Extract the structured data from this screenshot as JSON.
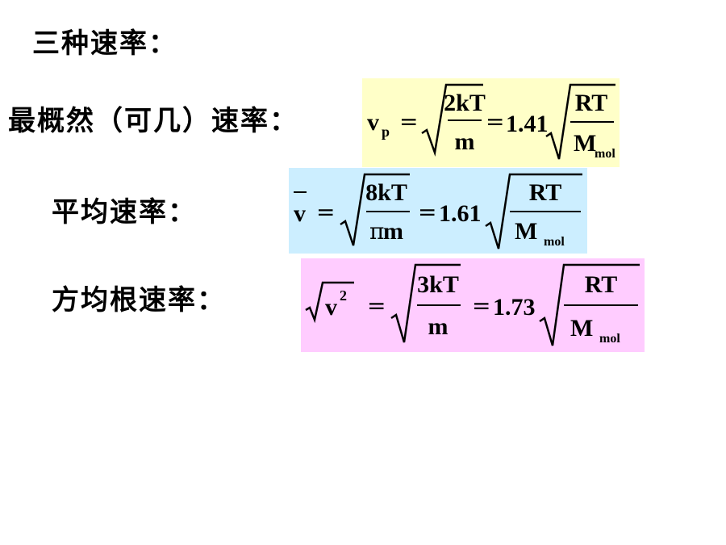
{
  "heading": "三种速率：",
  "rows": [
    {
      "label": "最概然（可几）速率：",
      "box_color": "#ffffc8",
      "lhs_var": "v",
      "lhs_sub": "p",
      "equals": "=",
      "num1": "2kT",
      "den1": "m",
      "coef": "1.41",
      "num2": "RT",
      "den2_main": "M",
      "den2_sub": "mol"
    },
    {
      "label": "平均速率：",
      "box_color": "#cceeff",
      "lhs_var": "v",
      "equals": "=",
      "num1": "8kT",
      "den1_pi": "π",
      "den1_m": "m",
      "coef": "1.61",
      "num2": "RT",
      "den2_main": "M",
      "den2_sub": "mol"
    },
    {
      "label": "方均根速率：",
      "box_color": "#ffccff",
      "lhs_var": "v",
      "lhs_sup": "2",
      "equals": "=",
      "num1": "3kT",
      "den1": "m",
      "coef": "1.73",
      "num2": "RT",
      "den2_main": "M",
      "den2_sub": "mol"
    }
  ]
}
